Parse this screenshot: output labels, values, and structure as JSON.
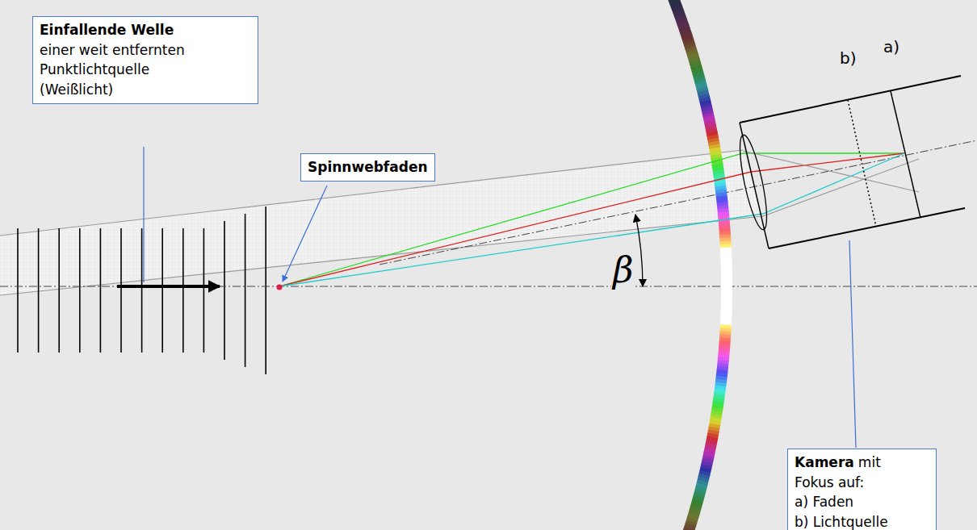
{
  "diagram": {
    "nodes": [
      {
        "text": [
          "Einfallende Welle",
          "einer weit entfernten Punktlichtquelle (Weißlicht)"
        ]
      },
      {
        "text": [
          "Spinnwebfaden"
        ]
      },
      {
        "text": [
          "Kamera",
          "mit Fokus auf:",
          "a) Faden",
          "b) Lichtquelle"
        ]
      }
    ],
    "labels": [
      "β",
      "b)",
      "a)"
    ]
  }
}
